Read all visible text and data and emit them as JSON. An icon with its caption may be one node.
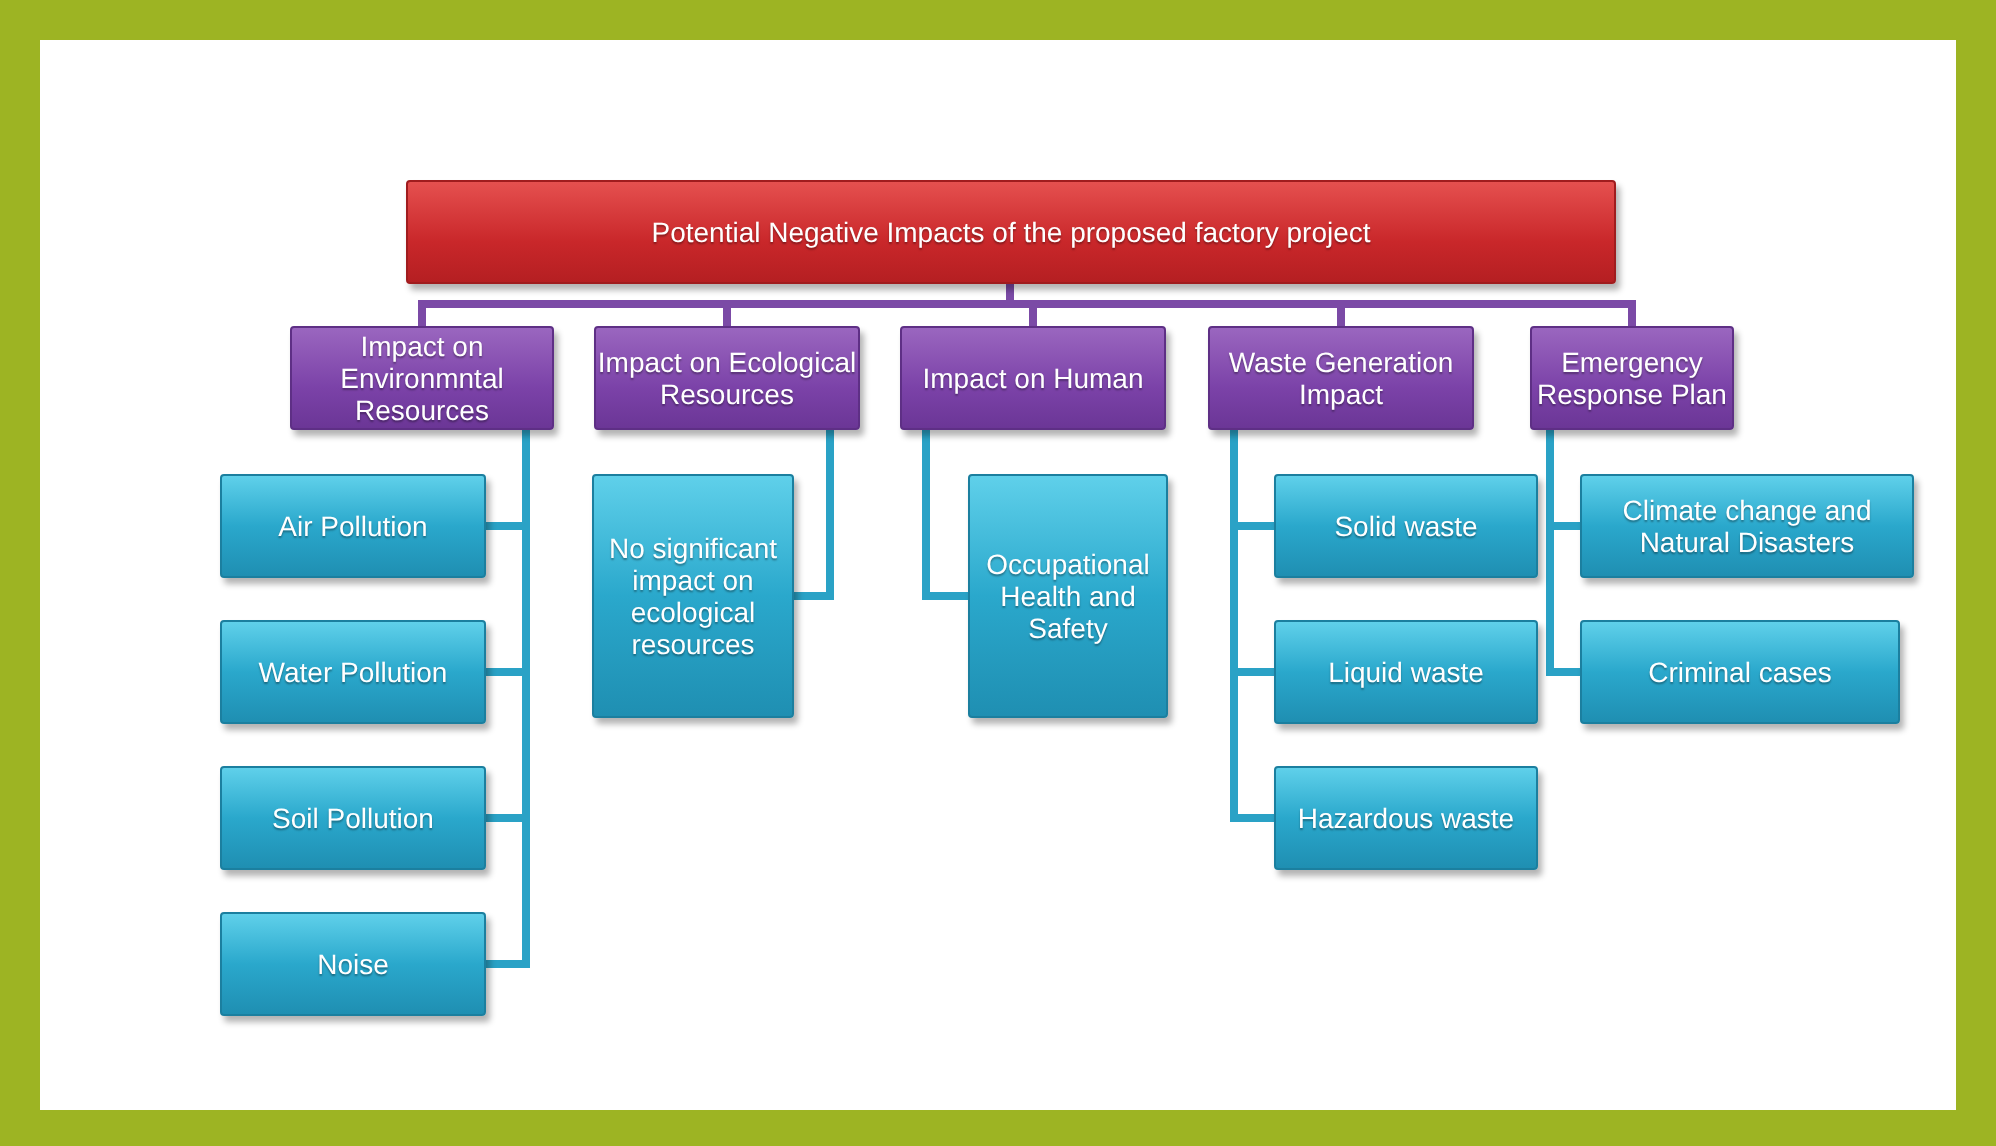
{
  "diagram": {
    "nodes": [
      {
        "text": [
          "Potential Negative  Impacts of the proposed factory project"
        ]
      },
      {
        "text": [
          "Impact on Environmntal Resources"
        ]
      },
      {
        "text": [
          "Impact on Ecological Resources"
        ]
      },
      {
        "text": [
          "Impact on Human"
        ]
      },
      {
        "text": [
          "Waste Generation Impact"
        ]
      },
      {
        "text": [
          "Emergency Response Plan"
        ]
      },
      {
        "text": [
          "Air Pollution"
        ]
      },
      {
        "text": [
          "Water Pollution"
        ]
      },
      {
        "text": [
          "Soil Pollution"
        ]
      },
      {
        "text": [
          "Noise"
        ]
      },
      {
        "text": [
          "No significant impact on ecological resources"
        ]
      },
      {
        "text": [
          "Occupational Health and Safety"
        ]
      },
      {
        "text": [
          "Solid waste"
        ]
      },
      {
        "text": [
          "Liquid waste"
        ]
      },
      {
        "text": [
          "Hazardous waste"
        ]
      },
      {
        "text": [
          "Climate change and Natural Disasters"
        ]
      },
      {
        "text": [
          "Criminal cases"
        ]
      }
    ],
    "edges": [
      {
        "from": 0,
        "to": 1,
        "arrow": "none"
      },
      {
        "from": 0,
        "to": 2,
        "arrow": "none"
      },
      {
        "from": 0,
        "to": 3,
        "arrow": "none"
      },
      {
        "from": 0,
        "to": 4,
        "arrow": "none"
      },
      {
        "from": 0,
        "to": 5,
        "arrow": "none"
      },
      {
        "from": 1,
        "to": 6,
        "arrow": "none"
      },
      {
        "from": 1,
        "to": 7,
        "arrow": "none"
      },
      {
        "from": 1,
        "to": 8,
        "arrow": "none"
      },
      {
        "from": 1,
        "to": 9,
        "arrow": "none"
      },
      {
        "from": 2,
        "to": 10,
        "arrow": "none"
      },
      {
        "from": 3,
        "to": 11,
        "arrow": "none"
      },
      {
        "from": 4,
        "to": 12,
        "arrow": "none"
      },
      {
        "from": 4,
        "to": 13,
        "arrow": "none"
      },
      {
        "from": 4,
        "to": 14,
        "arrow": "none"
      },
      {
        "from": 5,
        "to": 15,
        "arrow": "none"
      },
      {
        "from": 5,
        "to": 16,
        "arrow": "none"
      }
    ]
  }
}
